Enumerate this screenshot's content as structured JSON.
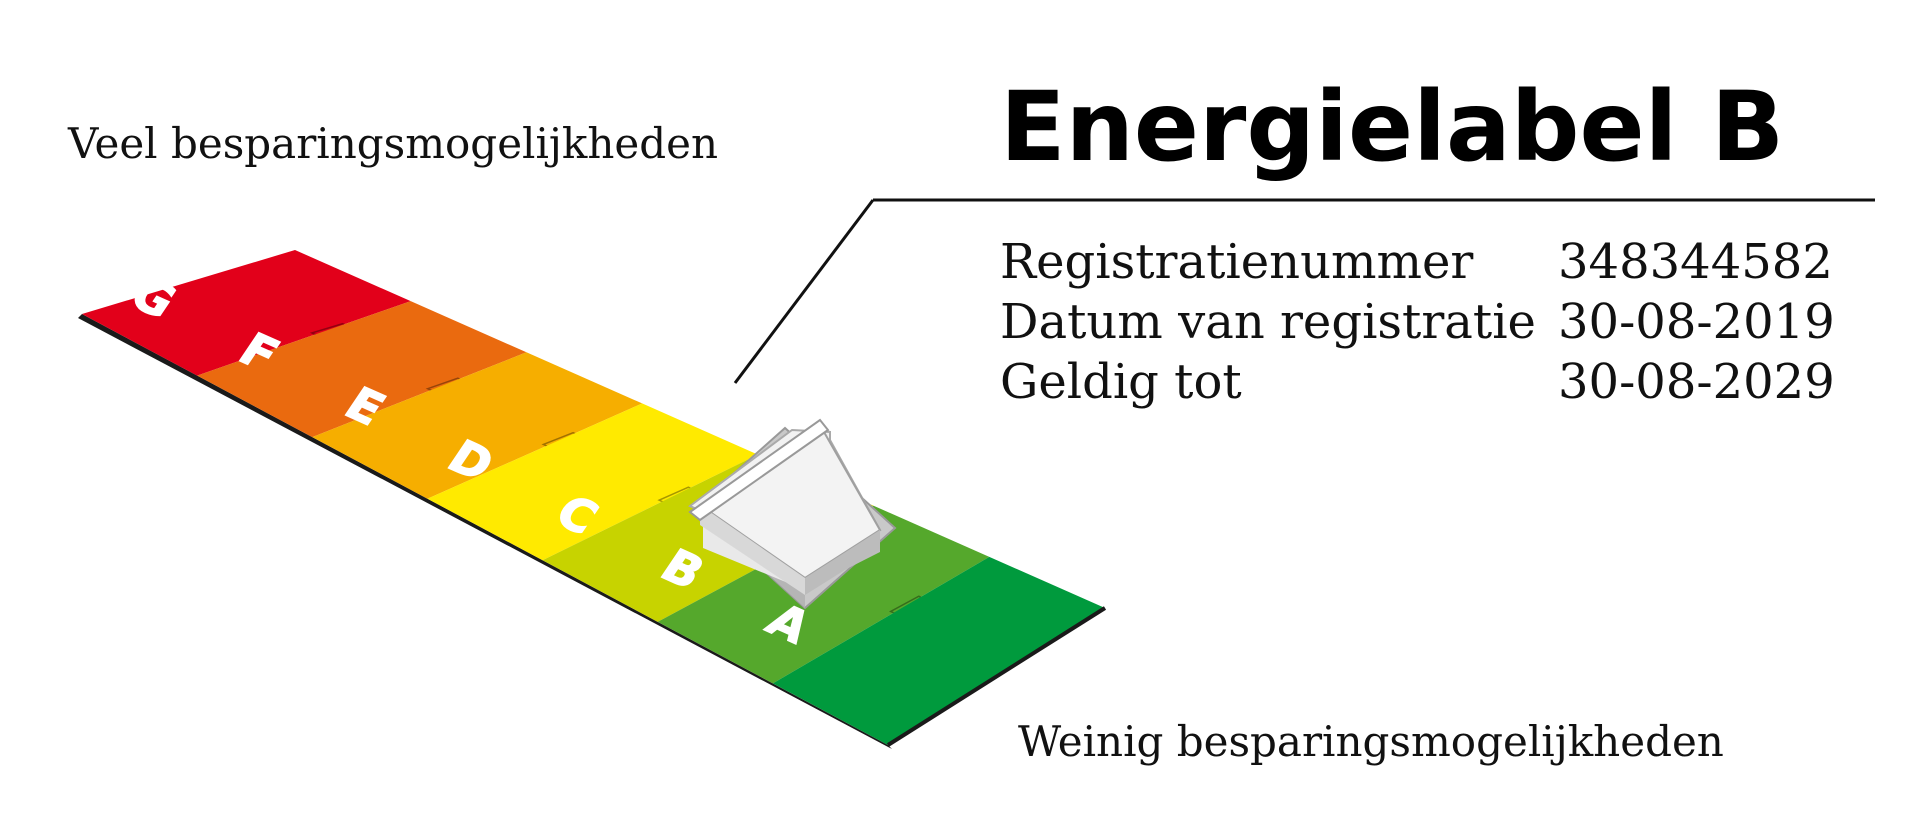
{
  "title": "Energielabel B",
  "top_left_label": "Veel besparingsmogelijkheden",
  "bottom_right_label": "Weinig besparingsmogelijkheden",
  "current_label": "B",
  "details": [
    {
      "key": "Registratienummer",
      "value": "348344582"
    },
    {
      "key": "Datum van registratie",
      "value": "30-08-2019"
    },
    {
      "key": "Geldig tot",
      "value": "30-08-2029"
    }
  ],
  "bands": [
    {
      "letter": "G",
      "color": "#e2001a"
    },
    {
      "letter": "F",
      "color": "#ea6a0f"
    },
    {
      "letter": "E",
      "color": "#f6ae00"
    },
    {
      "letter": "D",
      "color": "#ffea00"
    },
    {
      "letter": "C",
      "color": "#c7d300"
    },
    {
      "letter": "B",
      "color": "#55a82c"
    },
    {
      "letter": "A",
      "color": "#009a3d"
    }
  ],
  "icons": [
    "house-icon"
  ]
}
